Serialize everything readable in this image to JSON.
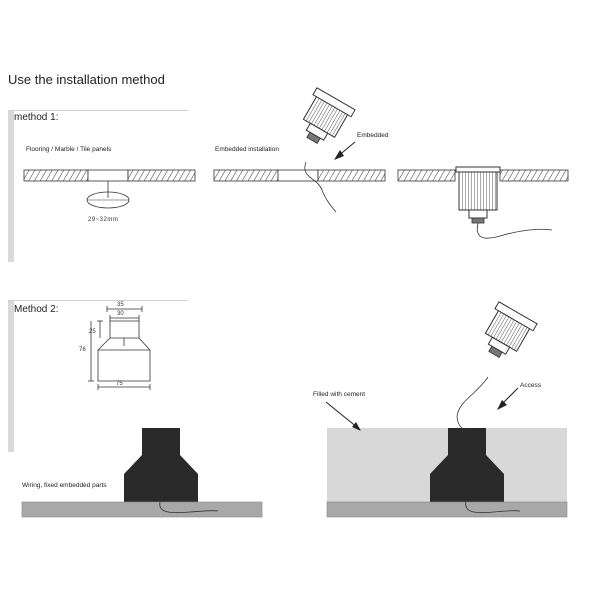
{
  "title": "Use the installation method",
  "method1": {
    "label": "method 1:",
    "caption_panels": "Flooring / Marble / Tile panels",
    "caption_embedded_installation": "Embedded installation",
    "caption_embedded": "Embedded",
    "hole_size": "29~32mm"
  },
  "method2": {
    "label": "Method 2:",
    "dimensions": {
      "top_outer": "35",
      "top_inner": "30",
      "neck_height": "25",
      "total_height": "76",
      "base_width": "75"
    },
    "caption_wiring": "Wiring, fixed embedded parts",
    "caption_filled": "Filled with cement",
    "caption_access": "Access"
  }
}
